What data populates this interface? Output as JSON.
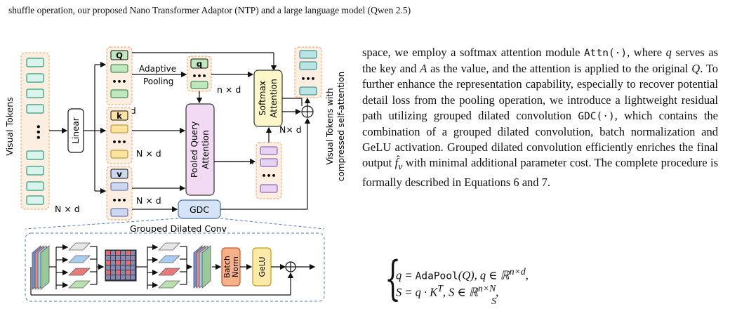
{
  "caption": {
    "line2": "shuffle operation, our proposed Nano Transformer Adaptor (NTP) and a large language model (Qwen 2.5)"
  },
  "figure": {
    "labels": {
      "visual_tokens": "Visual Tokens",
      "linear": "Linear",
      "q_upper": "Q",
      "k_lower": "k",
      "v_lower": "v",
      "q_lower": "q",
      "adaptive": "Adaptive",
      "pooling": "Pooling",
      "nd": "N × d",
      "nd_small": "n × d",
      "nd_out": "N× d",
      "pooled1": "Pooled Query",
      "pooled2": "Attention",
      "softmax1": "Softmax",
      "softmax2": "Attention",
      "output1": "Visual Tokens with",
      "output2": "compressed self-attention",
      "gdc": "GDC",
      "gdc_title": "Grouped Dilated Conv",
      "batch": "Batch",
      "norm": "Norm",
      "gelu": "GeLU",
      "dots": "•••"
    }
  },
  "paragraph": {
    "s1": "space, we employ a softmax attention module ",
    "attn": "Attn(·)",
    "s2": ", where ",
    "q": "q",
    "s3": " serves as the key and ",
    "A": "A",
    "s4": " as the value, and the attention is applied to the original ",
    "Q": "Q",
    "s5": ". To further enhance the representation capability, especially to recover potential detail loss from the pooling operation, we introduce a lightweight residual path utilizing grouped dilated convolution ",
    "gdc": "GDC(·)",
    "s6": ", which contains the combination of a grouped dilated convolution, batch normalization and GeLU activation. Grouped dilated convolution efficiently enriches the final output ",
    "fv": "f̂",
    "fv_sub": "v",
    "s7": " with minimal additional parameter cost. The complete procedure is formally described in Equations 6 and 7."
  },
  "equation": {
    "row1_a": "q = ",
    "row1_fn": "AdaPool",
    "row1_b": "(Q), q ∈ ℝ",
    "row1_sup": "n×d",
    "row1_c": ",",
    "row2_a": "S = q · K",
    "row2_sup1": "T",
    "row2_b": ", S ∈ ℝ",
    "row2_sup2": "n×N",
    "row2_c": ",",
    "row3": "S"
  }
}
